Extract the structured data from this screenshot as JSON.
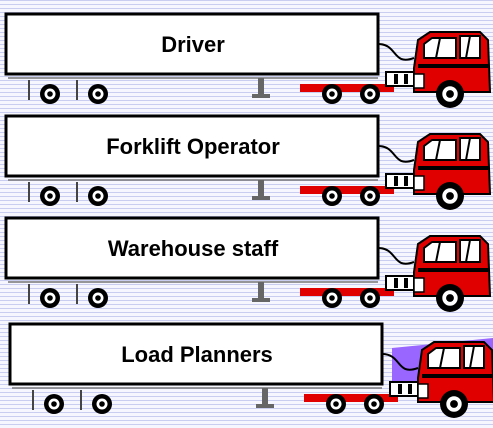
{
  "trailers": [
    {
      "label": "Driver"
    },
    {
      "label": "Forklift Operator"
    },
    {
      "label": "Warehouse staff"
    },
    {
      "label": "Load Planners"
    }
  ],
  "colors": {
    "trailer_fill": "#ffffff",
    "outline": "#000000",
    "cab_red": "#e00000",
    "wheel_black": "#000000",
    "highlight_purple": "#9966ff"
  },
  "icons": [
    "semi-truck-icon",
    "wheel-icon",
    "truck-cab-icon"
  ]
}
